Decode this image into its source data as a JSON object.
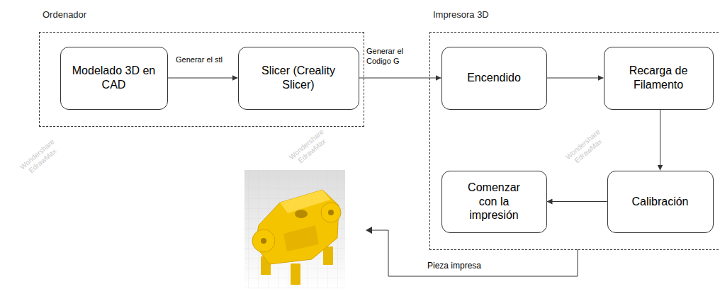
{
  "diagram": {
    "nodes": [
      {
        "text": [
          "Ordenador"
        ]
      },
      {
        "text": [
          "Modelado 3D en CAD"
        ],
        "in": 0
      },
      {
        "text": [
          "Slicer (Creality Slicer)"
        ],
        "in": 0
      },
      {
        "text": [
          "Impresora 3D"
        ]
      },
      {
        "text": [
          "Encendido"
        ],
        "in": 3
      },
      {
        "text": [
          "Recarga de Filamento"
        ],
        "in": 3
      },
      {
        "text": [
          "Calibración"
        ],
        "in": 3
      },
      {
        "text": [
          "Comenzar con la impresión"
        ],
        "in": 3
      }
    ],
    "edges": [
      {
        "from": 1,
        "to": 2,
        "label": "Generar el stl",
        "arrow": "to"
      },
      {
        "from": 2,
        "to": 4,
        "label": "Generar el Codigo G",
        "arrow": "to"
      },
      {
        "from": 4,
        "to": 5,
        "arrow": "to"
      },
      {
        "from": 5,
        "to": 6,
        "arrow": "to"
      },
      {
        "from": 6,
        "to": 7,
        "arrow": "to"
      }
    ],
    "labels": [
      "Pieza impresa",
      "Wondershare EdrawMax",
      "Wondershare EdrawMax",
      "Wondershare EdrawMax"
    ]
  }
}
